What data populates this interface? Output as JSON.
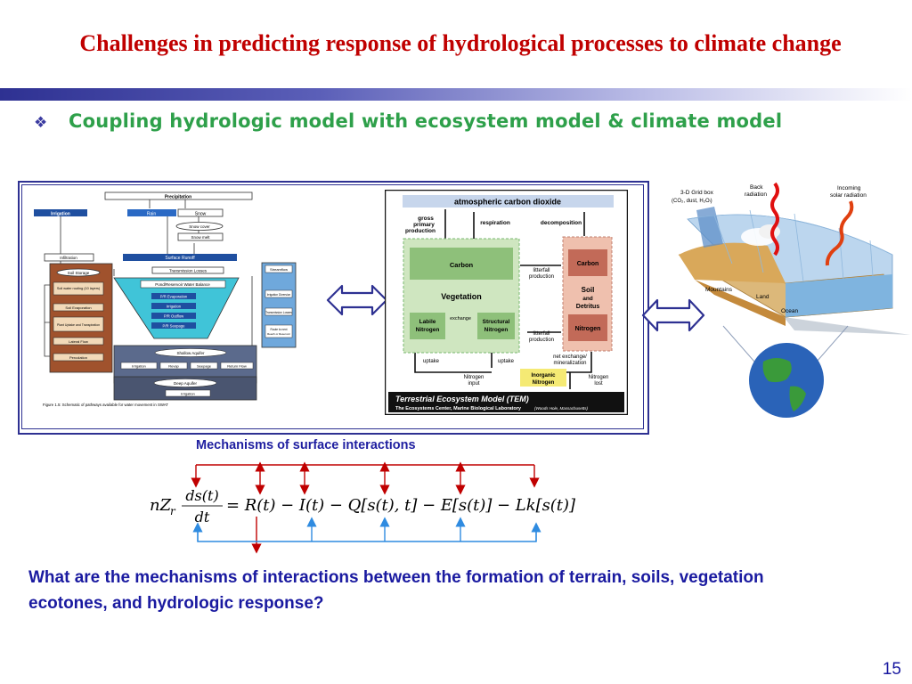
{
  "slide": {
    "title": "Challenges in predicting response of hydrological processes to climate change",
    "subtitle": "Coupling hydrologic model with ecosystem model & climate model",
    "mechanisms_label": "Mechanisms of surface interactions",
    "question": "What are the mechanisms of interactions between the formation of terrain, soils, vegetation ecotones, and hydrologic response?",
    "page_number": "15"
  },
  "swat": {
    "precipitation": "Precipitation",
    "irrigation_top": "Irrigation",
    "rain": "Rain",
    "snow": "Snow",
    "snow_cover": "Snow cover",
    "snow_melt": "Snow melt",
    "infiltration": "Infiltration",
    "surface_runoff": "Surface Runoff",
    "soil_storage": "Soil Storage",
    "transmission_losses": "Transmission Losses",
    "soil_water_routing": "Soil water routing (10 layers)",
    "pond_balance": "Pond/Reservoir Water Balance",
    "soil_evaporation": "Soil Evaporation",
    "pr_evaporation": "P/R Evaporation",
    "irrigation_mid": "Irrigation",
    "plant_uptake": "Plant Uptake and Transpiration",
    "pr_outflow": "P/R Outflow",
    "pr_seepage": "P/R Seepage",
    "lateral_flow": "Lateral Flow",
    "percolation": "Percolation",
    "shallow_aquifer": "Shallow Aquifer",
    "irrigation_sa": "Irrigation",
    "revap": "Revap",
    "seepage": "Seepage",
    "return_flow": "Return Flow",
    "deep_aquifer": "Deep Aquifer",
    "irrigation_da": "Irrigation",
    "streamflow": "Streamflow",
    "irrigation_diversion": "Irrigation Diversion",
    "transmission_losses_2": "Transmission Losses",
    "route_next_1": "Route to next",
    "route_next_2": "Reach or Reservoir",
    "caption": "Figure 1.5: Schematic of pathways available for water movement in SWAT"
  },
  "tem": {
    "atm_co2": "atmospheric carbon dioxide",
    "gpp_1": "gross",
    "gpp_2": "primary",
    "gpp_3": "production",
    "respiration": "respiration",
    "decomposition": "decomposition",
    "carbon_veg": "Carbon",
    "litterfall_1": "litterfall",
    "production_1": "production",
    "vegetation": "Vegetation",
    "exchange": "exchange",
    "labile_1": "Labile",
    "labile_2": "Nitrogen",
    "structural_1": "Structural",
    "structural_2": "Nitrogen",
    "litterfall_2": "litterfall",
    "production_2": "production",
    "carbon_soil": "Carbon",
    "soil": "Soil",
    "and": "and",
    "detritus": "Detritus",
    "nitrogen_soil": "Nitrogen",
    "uptake_1": "uptake",
    "uptake_2": "uptake",
    "net_exchange_1": "net exchange/",
    "net_exchange_2": "mineralization",
    "nitrogen_input_1": "Nitrogen",
    "nitrogen_input_2": "input",
    "inorganic_1": "Inorganic",
    "inorganic_2": "Nitrogen",
    "nitrogen_lost_1": "Nitrogen",
    "nitrogen_lost_2": "lost",
    "footer_title": "Terrestrial Ecosystem Model (TEM)",
    "footer_sub": "The Ecosystems Center, Marine Biological Laboratory",
    "footer_loc": "(Woods Hole, Massachusetts)"
  },
  "climate": {
    "grid_box_1": "3-D Grid box",
    "grid_box_2": "(CO₂, dust, H₂Oₗ)",
    "back_radiation_1": "Back",
    "back_radiation_2": "radiation",
    "incoming_1": "Incoming",
    "incoming_2": "solar radiation",
    "mountains": "Mountains",
    "land": "Land",
    "ocean": "Ocean"
  },
  "equation": {
    "lhs_coef": "nZ",
    "lhs_sub": "r",
    "numerator": "ds(t)",
    "denominator": "dt",
    "rhs": "= R(t) − I(t) − Q[s(t), t] − E[s(t)] − Lk[s(t)]"
  },
  "colors": {
    "title": "#c00000",
    "subtitle": "#2ea04a",
    "text_blue": "#1a1aa0",
    "frame": "#2e3192",
    "arrow_red": "#c00000",
    "arrow_blue": "#2f8be0"
  }
}
